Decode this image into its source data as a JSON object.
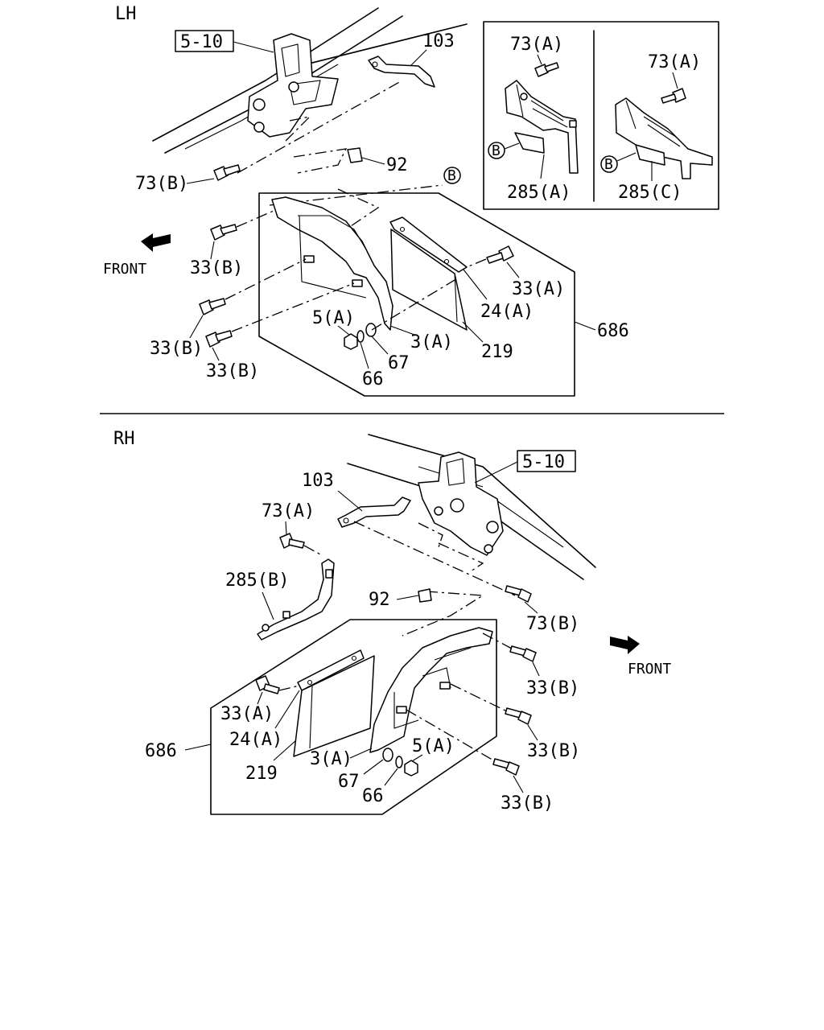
{
  "lh": {
    "section_label": "LH",
    "ref_box": "5-10",
    "front_label": "FRONT",
    "labels": {
      "p103": "103",
      "p92": "92",
      "p73b": "73(B)",
      "circle_b": "B",
      "p33b_1": "33(B)",
      "p33a": "33(A)",
      "p24a": "24(A)",
      "p686": "686",
      "p33b_2": "33(B)",
      "p5a": "5(A)",
      "p3a": "3(A)",
      "p219": "219",
      "p67": "67",
      "p66": "66",
      "p33b_3": "33(B)"
    },
    "inset": {
      "left_73a": "73(A)",
      "left_b": "B",
      "left_285": "285(A)",
      "right_73a": "73(A)",
      "right_b": "B",
      "right_285": "285(C)"
    }
  },
  "rh": {
    "section_label": "RH",
    "ref_box": "5-10",
    "front_label": "FRONT",
    "labels": {
      "p103": "103",
      "p73a": "73(A)",
      "p285b": "285(B)",
      "p92": "92",
      "p73b": "73(B)",
      "p33b_1": "33(B)",
      "p33a": "33(A)",
      "p24a": "24(A)",
      "p686": "686",
      "p33b_2": "33(B)",
      "p5a": "5(A)",
      "p3a": "3(A)",
      "p219": "219",
      "p67": "67",
      "p66": "66",
      "p33b_3": "33(B)"
    }
  }
}
